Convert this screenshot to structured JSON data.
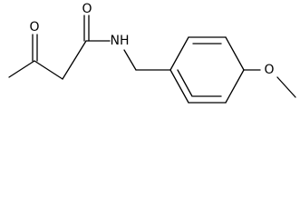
{
  "molecule": {
    "atoms": {
      "ketone_oxygen": "O",
      "amide_oxygen": "O",
      "amide_nitrogen": "NH",
      "methoxy_oxygen": "O"
    },
    "colors": {
      "background": "#ffffff",
      "ink": "#000000"
    }
  }
}
